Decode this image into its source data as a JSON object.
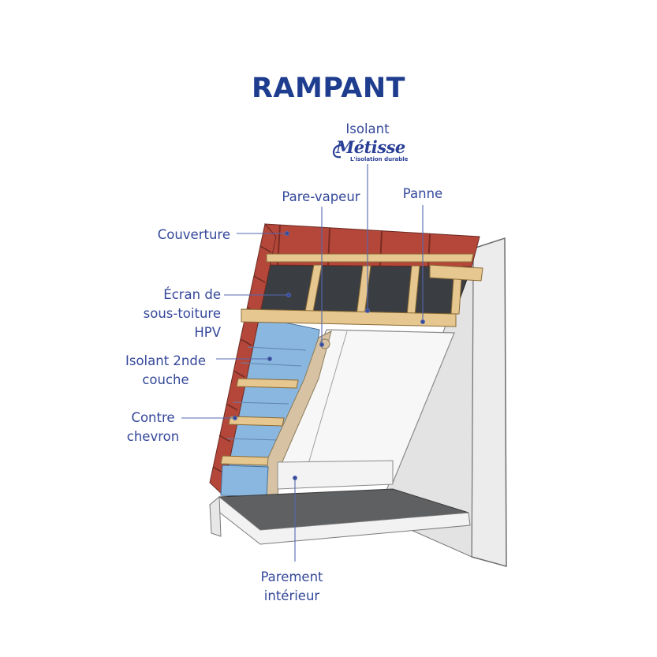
{
  "title": "RAMPANT",
  "brand": {
    "name": "Métisse",
    "tagline": "L'isolation durable",
    "color": "#2a3f96"
  },
  "labels": {
    "isolant": "Isolant",
    "pare_vapeur": "Pare-vapeur",
    "panne": "Panne",
    "couverture": "Couverture",
    "ecran": [
      "Écran de",
      "sous-toiture",
      "HPV"
    ],
    "isolant_2nde": [
      "Isolant 2nde",
      "couche"
    ],
    "contre_chevron": [
      "Contre",
      "chevron"
    ],
    "parement": [
      "Parement",
      "intérieur"
    ]
  },
  "colors": {
    "label_text": "#34489a",
    "title": "#1f3d8f",
    "tiles": "#b5473a",
    "timber": "#e5c78f",
    "insulation_blue": "#8ab7df",
    "membrane_dark": "#3a3d42",
    "wall": "#ececec",
    "floor_dark": "#5f6062"
  }
}
